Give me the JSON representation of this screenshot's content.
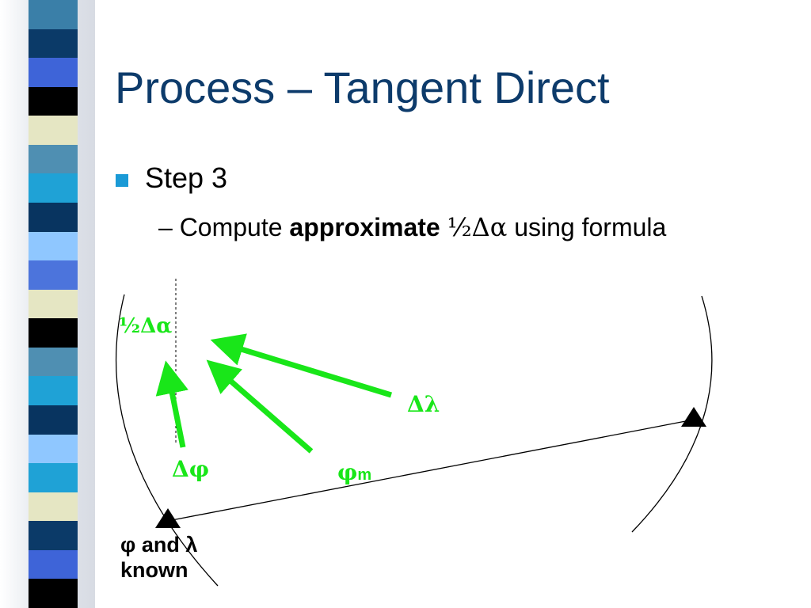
{
  "slide": {
    "title": "Process – Tangent Direct",
    "step": "Step 3",
    "sub_prefix": "– Compute ",
    "sub_bold": "approximate",
    "sub_symbol": "½Δα",
    "sub_suffix": " using formula"
  },
  "diagram": {
    "label_half_dalpha": "½Δα",
    "label_dlambda": "Δλ",
    "label_dphi": "Δφ",
    "label_phi_m_base": "φ",
    "label_phi_m_sub": "m",
    "known_line1": "φ and λ",
    "known_line2": "known"
  },
  "colors": {
    "title": "#0d3b6b",
    "bullet": "#1a9ad6",
    "arrow": "#19e619"
  },
  "sidebar_stripes": [
    "#3a7fa8",
    "#0b3a68",
    "#3e64d8",
    "#000000",
    "#e5e6c3",
    "#4f8fb2",
    "#1fa2d6",
    "#083460",
    "#8fc7ff",
    "#4c74dc",
    "#e5e6c3",
    "#000000",
    "#4f8fb2",
    "#1fa2d6",
    "#083460",
    "#8fc7ff",
    "#1fa2d6",
    "#e5e6c3",
    "#0b3a68",
    "#3e64d8",
    "#000000"
  ]
}
